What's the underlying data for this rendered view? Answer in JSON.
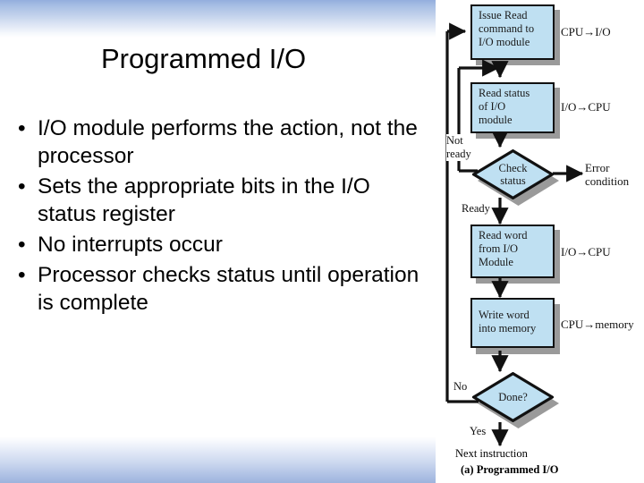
{
  "slide": {
    "title": "Programmed I/O",
    "bullet_marker": "•",
    "bullets": [
      "I/O module performs the action, not the processor",
      "Sets the appropriate bits in the I/O status register",
      "No interrupts occur",
      "Processor checks status until operation is complete"
    ]
  },
  "colors": {
    "node_fill": "#bfe0f2",
    "node_border": "#111111",
    "shadow": "#9a9a9a",
    "background_gradient_blue": "#94aedd",
    "text": "#000000"
  },
  "flowchart": {
    "caption_label": "(a) Programmed I/O",
    "terminal_label": "Next instruction",
    "nodes": [
      {
        "id": "issue-read",
        "label": "Issue Read\ncommand to\nI/O module",
        "shape": "process",
        "side_label": "CPU→I/O"
      },
      {
        "id": "read-status",
        "label": "Read status\nof I/O\nmodule",
        "shape": "process",
        "side_label": "I/O→CPU"
      },
      {
        "id": "check-status",
        "label": "Check\nstatus",
        "shape": "decision",
        "side_label": "Error\ncondition"
      },
      {
        "id": "read-word",
        "label": "Read word\nfrom I/O\nModule",
        "shape": "process",
        "side_label": "I/O→CPU"
      },
      {
        "id": "write-word",
        "label": "Write word\ninto memory",
        "shape": "process",
        "side_label": "CPU→memory"
      },
      {
        "id": "done",
        "label": "Done?",
        "shape": "decision",
        "side_label": ""
      }
    ],
    "edge_labels": {
      "not_ready": "Not\nready",
      "ready": "Ready",
      "no": "No",
      "yes": "Yes"
    },
    "side_labels": {
      "issue_read": "CPU→I/O",
      "read_status": "I/O→CPU",
      "error": "Error\ncondition",
      "read_word": "I/O→CPU",
      "write_word": "CPU→memory"
    }
  }
}
